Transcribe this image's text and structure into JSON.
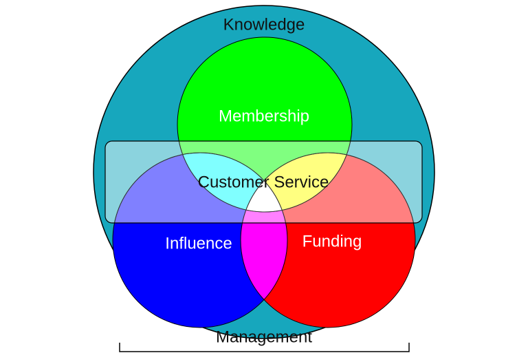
{
  "diagram": {
    "outer_label": "Knowledge",
    "bottom_label": "Management",
    "center_label": "Customer Service",
    "circles": {
      "top": {
        "label": "Membership",
        "color": "#00FF00"
      },
      "left": {
        "label": "Influence",
        "color": "#0000FF"
      },
      "right": {
        "label": "Funding",
        "color": "#FF0000"
      }
    },
    "colors": {
      "outer": "#17A7BD",
      "band": "#A8E0EA",
      "intersection_top_left": "#00FFFF",
      "intersection_top_right": "#FFFF00",
      "intersection_left_right": "#FF00FF",
      "intersection_all": "#FFFFFF"
    }
  }
}
